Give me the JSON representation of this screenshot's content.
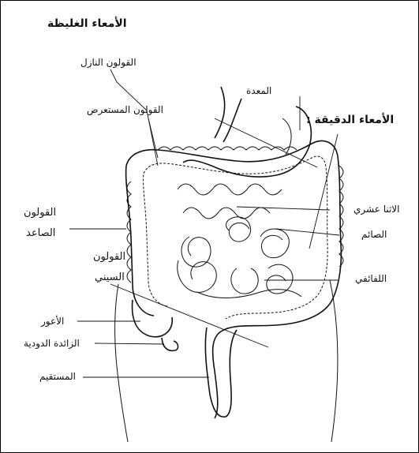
{
  "labels": {
    "large_intestine": "الأمعاء الغليظة",
    "descending_colon": "القولون النازل",
    "stomach": "المعدة",
    "transverse_colon": "القولون المستعرض",
    "small_intestine": "الأمعاء الدقيقة :",
    "duodenum": "الاثنا عشري",
    "jejunum": "الصائم",
    "ileum": "اللفائفي",
    "ascending_colon_1": "القولون",
    "ascending_colon_2": "الصاعد",
    "sigmoid_colon_1": "القولون",
    "sigmoid_colon_2": "السيني",
    "cecum": "الأعور",
    "appendix": "الزائدة الدودية",
    "rectum": "المستقيم"
  }
}
